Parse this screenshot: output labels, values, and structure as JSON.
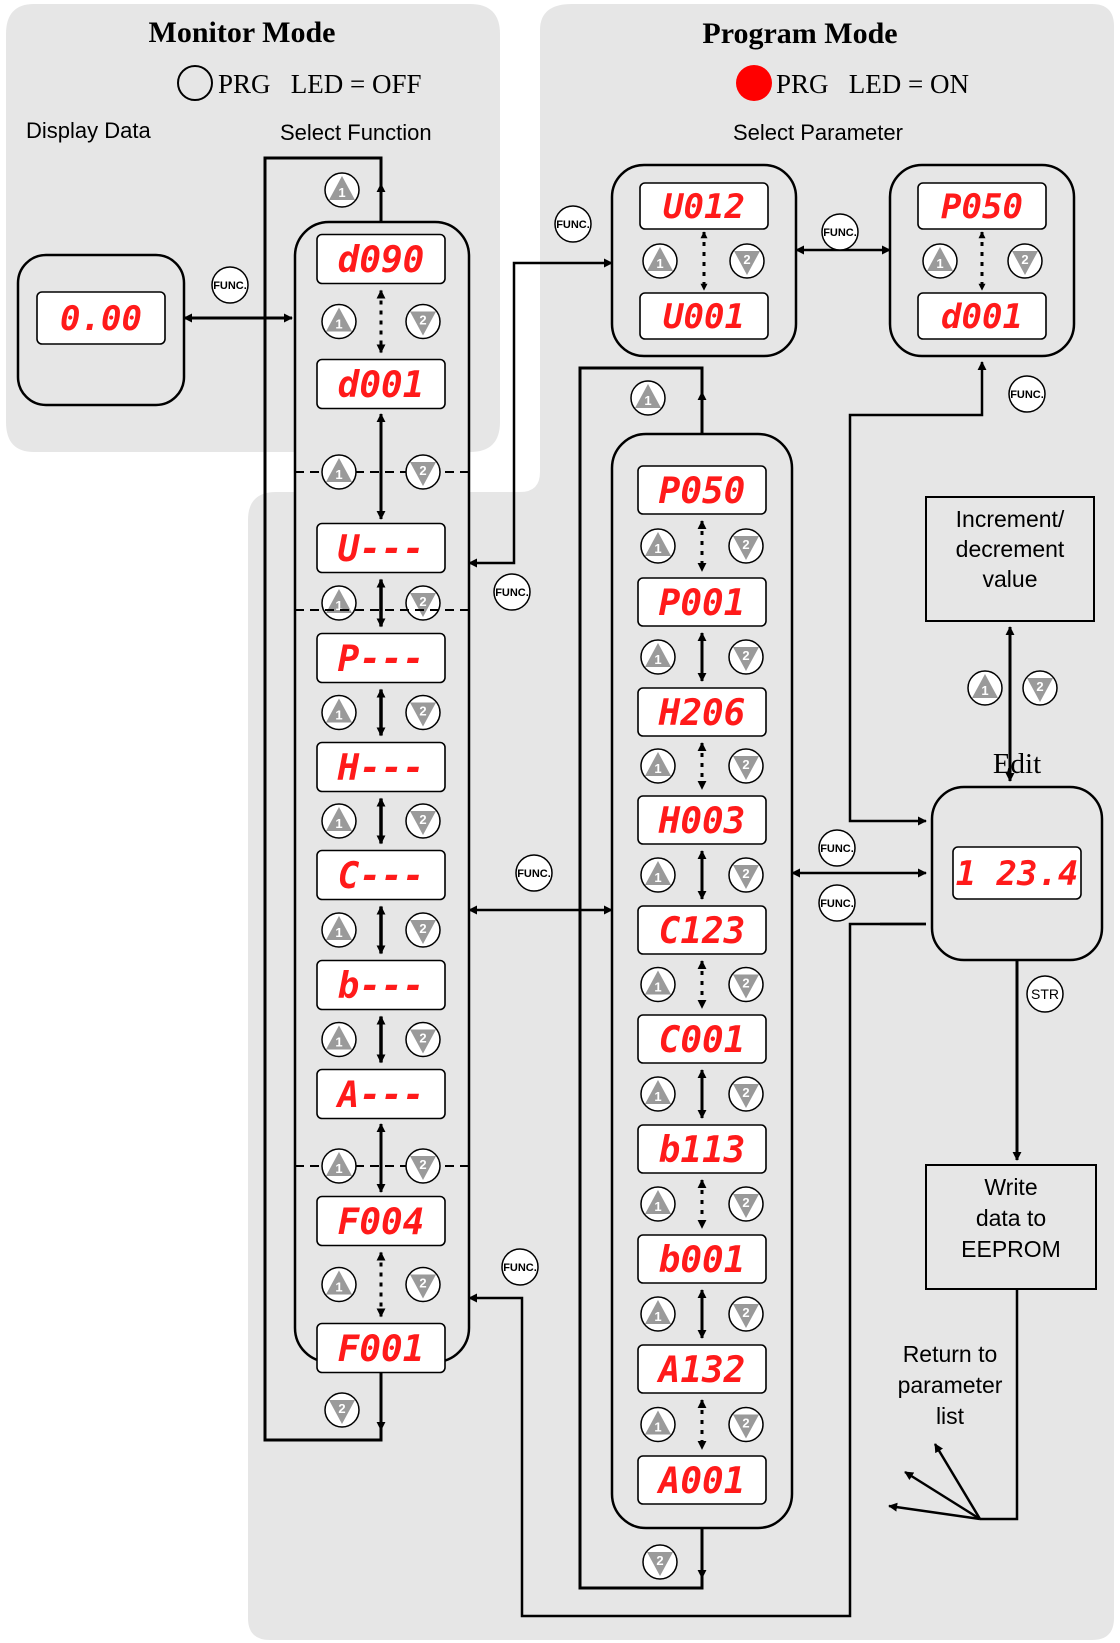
{
  "monitor": {
    "title": "Monitor Mode",
    "led_label": "PRG   LED = OFF",
    "display_data_label": "Display Data",
    "select_function_label": "Select Function",
    "display_value": "0.00"
  },
  "program": {
    "title": "Program Mode",
    "led_label": "PRG   LED = ON",
    "select_parameter_label": "Select Parameter"
  },
  "function_list": [
    "d090",
    "d001",
    "U---",
    "P---",
    "H---",
    "C---",
    "b---",
    "A---",
    "F004",
    "F001"
  ],
  "parameter_list": [
    "P050",
    "P001",
    "H206",
    "H003",
    "C123",
    "C001",
    "b113",
    "b001",
    "A132",
    "A001"
  ],
  "u_group": [
    "U012",
    "U001"
  ],
  "p_group": [
    "P050",
    "d001"
  ],
  "edit": {
    "label": "Edit",
    "value": "1 23.4",
    "increment_text": [
      "Increment/",
      "decrement",
      "value"
    ],
    "write_text": [
      "Write",
      "data to",
      "EEPROM"
    ],
    "return_text": [
      "Return to",
      "parameter",
      "list"
    ]
  },
  "keys": {
    "func": "FUNC.",
    "store": "STR",
    "up": "1",
    "down": "2"
  },
  "colors": {
    "background_panel": "#e6e6e6",
    "led_on": "#ff0000",
    "segment_red": "#ff1a1a",
    "key_gray": "#9a9a9a"
  }
}
